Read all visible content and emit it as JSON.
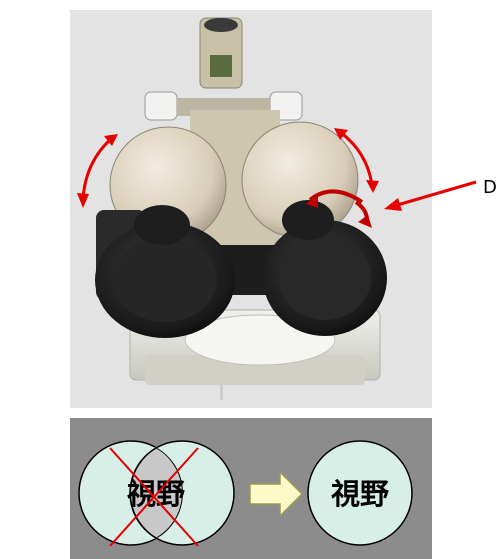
{
  "figure": {
    "label_d": "D",
    "field_text_left": "視野",
    "field_text_right": "視野",
    "colors": {
      "arrow_red": "#e60000",
      "panel_gray": "#8c8c8c",
      "circle_fill": "#d8efe8",
      "overlap_fill": "#c8c8c8",
      "arrow_fill": "#fefac8",
      "arrow_stroke": "#9a9a50"
    },
    "icons": [
      "adjust-arrow-left",
      "adjust-arrow-right",
      "rotate-arrow",
      "pointer-arrow",
      "cross-mark",
      "right-arrow"
    ]
  }
}
